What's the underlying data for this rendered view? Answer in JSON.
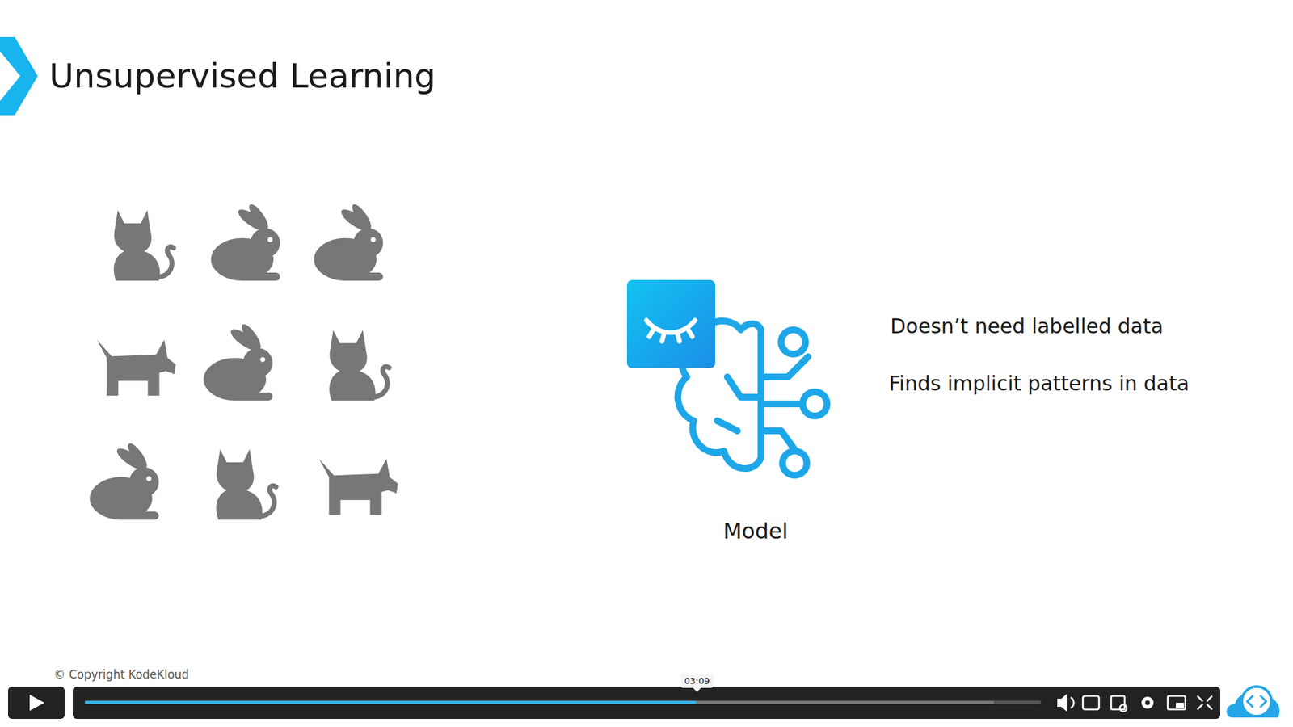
{
  "diagram": {
    "title": "Unsupervised Learning",
    "labels": [
      "Doesn’t need labelled data",
      "Finds implicit patterns in data",
      "Model",
      "© Copyright KodeKloud",
      "03:09"
    ]
  }
}
